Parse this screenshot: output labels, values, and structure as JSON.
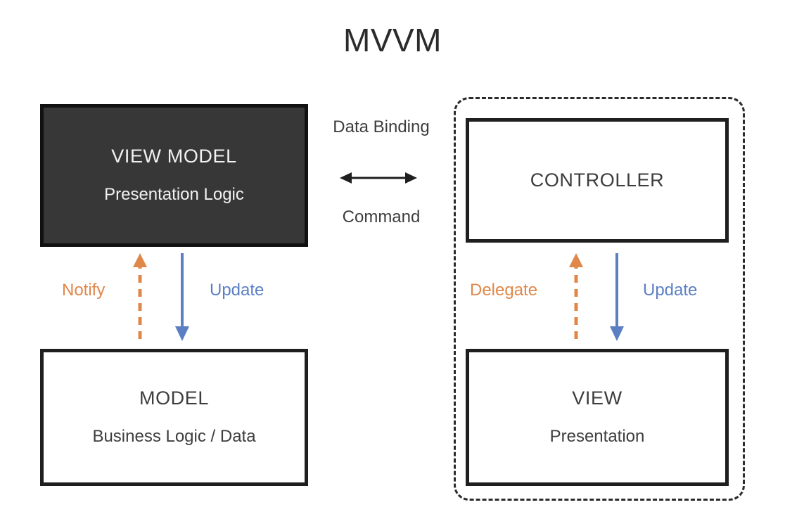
{
  "title": "MVVM",
  "boxes": {
    "view_model": {
      "title": "VIEW MODEL",
      "subtitle": "Presentation Logic"
    },
    "model": {
      "title": "MODEL",
      "subtitle": "Business Logic / Data"
    },
    "controller": {
      "title": "CONTROLLER"
    },
    "view": {
      "title": "VIEW",
      "subtitle": "Presentation"
    }
  },
  "center": {
    "top_label": "Data Binding",
    "bottom_label": "Command",
    "arrow": "double-headed-horizontal-arrow"
  },
  "left_flows": {
    "up_label": "Notify",
    "down_label": "Update",
    "up_style": "dashed",
    "down_style": "solid"
  },
  "right_flows": {
    "up_label": "Delegate",
    "down_label": "Update",
    "up_style": "dashed",
    "down_style": "solid"
  },
  "colors": {
    "orange": "#E0874A",
    "blue": "#5C7FC4",
    "dark_box": "#373737",
    "stroke": "#1f1f1f",
    "text": "#3d3d3d",
    "background": "#ffffff"
  }
}
